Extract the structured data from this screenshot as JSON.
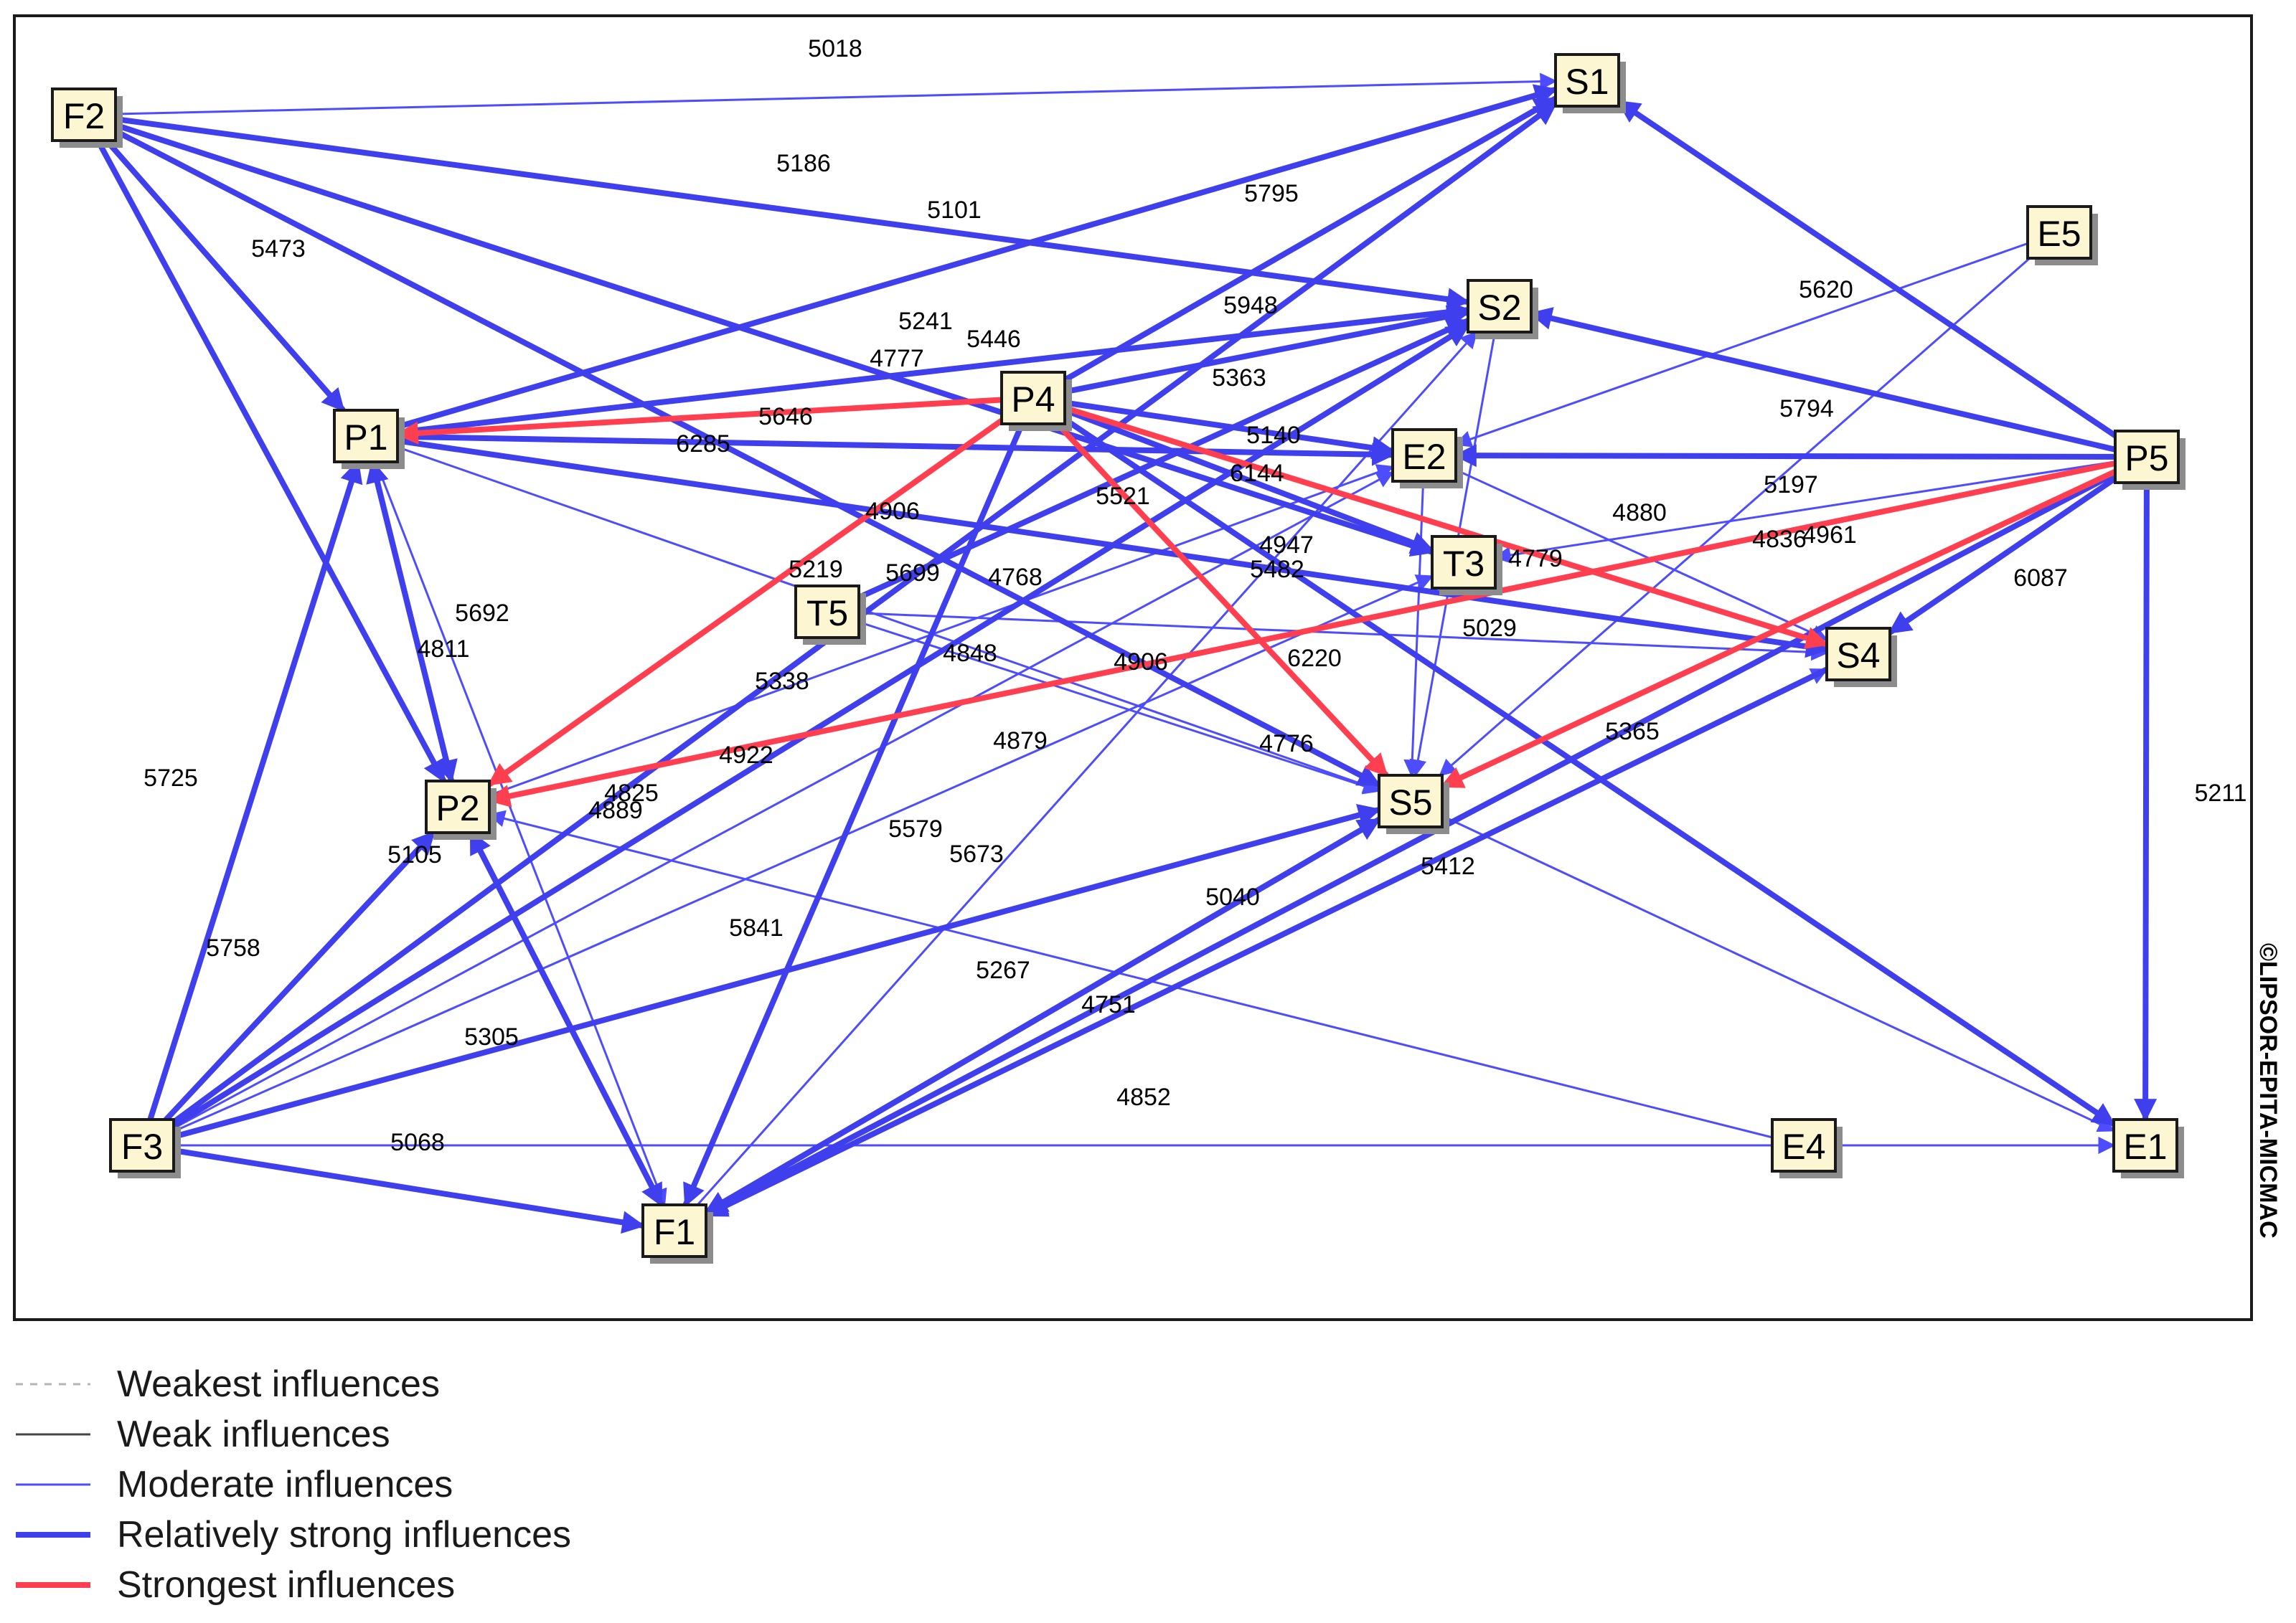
{
  "colors": {
    "moderate": "#4d4dff",
    "strong": "#3f3fee",
    "strongest": "#ff3f4f",
    "weak": "#444444",
    "weakest": "#b5b5b5",
    "node_fill": "#fdf6d3"
  },
  "nodes": [
    {
      "id": "F2",
      "label": "F2"
    },
    {
      "id": "S1",
      "label": "S1"
    },
    {
      "id": "E5",
      "label": "E5"
    },
    {
      "id": "S2",
      "label": "S2"
    },
    {
      "id": "P1",
      "label": "P1"
    },
    {
      "id": "P4",
      "label": "P4"
    },
    {
      "id": "E2",
      "label": "E2"
    },
    {
      "id": "P5",
      "label": "P5"
    },
    {
      "id": "T3",
      "label": "T3"
    },
    {
      "id": "T5",
      "label": "T5"
    },
    {
      "id": "S4",
      "label": "S4"
    },
    {
      "id": "P2",
      "label": "P2"
    },
    {
      "id": "S5",
      "label": "S5"
    },
    {
      "id": "F3",
      "label": "F3"
    },
    {
      "id": "E4",
      "label": "E4"
    },
    {
      "id": "E1",
      "label": "E1"
    },
    {
      "id": "F1",
      "label": "F1"
    }
  ],
  "edges": [
    {
      "from": "F2",
      "to": "S1",
      "strength": "moderate"
    },
    {
      "from": "F2",
      "to": "S2",
      "strength": "strong"
    },
    {
      "from": "F2",
      "to": "P1",
      "strength": "strong"
    },
    {
      "from": "F2",
      "to": "P2",
      "strength": "strong"
    },
    {
      "from": "F2",
      "to": "S5",
      "strength": "strong"
    },
    {
      "from": "F2",
      "to": "T3",
      "strength": "strong"
    },
    {
      "from": "P1",
      "to": "S1",
      "strength": "strong"
    },
    {
      "from": "P1",
      "to": "S2",
      "strength": "strong"
    },
    {
      "from": "P1",
      "to": "E2",
      "strength": "strong"
    },
    {
      "from": "P1",
      "to": "S4",
      "strength": "strong"
    },
    {
      "from": "P1",
      "to": "S5",
      "strength": "moderate"
    },
    {
      "from": "P1",
      "to": "P2",
      "strength": "strong"
    },
    {
      "from": "P1",
      "to": "F1",
      "strength": "moderate"
    },
    {
      "from": "P4",
      "to": "P1",
      "strength": "strongest"
    },
    {
      "from": "P4",
      "to": "P2",
      "strength": "strongest"
    },
    {
      "from": "P4",
      "to": "S5",
      "strength": "strongest"
    },
    {
      "from": "P4",
      "to": "S4",
      "strength": "strongest"
    },
    {
      "from": "P4",
      "to": "S1",
      "strength": "strong"
    },
    {
      "from": "P4",
      "to": "S2",
      "strength": "strong"
    },
    {
      "from": "P4",
      "to": "E2",
      "strength": "strong"
    },
    {
      "from": "P4",
      "to": "T3",
      "strength": "strong"
    },
    {
      "from": "P4",
      "to": "E1",
      "strength": "strong"
    },
    {
      "from": "P4",
      "to": "F1",
      "strength": "strong"
    },
    {
      "from": "P5",
      "to": "P2",
      "strength": "strongest"
    },
    {
      "from": "P5",
      "to": "S5",
      "strength": "strongest"
    },
    {
      "from": "P5",
      "to": "S1",
      "strength": "strong"
    },
    {
      "from": "P5",
      "to": "S2",
      "strength": "strong"
    },
    {
      "from": "P5",
      "to": "E2",
      "strength": "strong"
    },
    {
      "from": "P5",
      "to": "S4",
      "strength": "strong"
    },
    {
      "from": "P5",
      "to": "E1",
      "strength": "strong"
    },
    {
      "from": "P5",
      "to": "F1",
      "strength": "strong"
    },
    {
      "from": "P5",
      "to": "T3",
      "strength": "moderate"
    },
    {
      "from": "E5",
      "to": "E2",
      "strength": "moderate"
    },
    {
      "from": "E5",
      "to": "S5",
      "strength": "moderate"
    },
    {
      "from": "S2",
      "to": "S5",
      "strength": "moderate"
    },
    {
      "from": "E2",
      "to": "S5",
      "strength": "moderate"
    },
    {
      "from": "E2",
      "to": "S4",
      "strength": "moderate"
    },
    {
      "from": "T5",
      "to": "S2",
      "strength": "strong"
    },
    {
      "from": "T5",
      "to": "S5",
      "strength": "moderate"
    },
    {
      "from": "T5",
      "to": "S4",
      "strength": "moderate"
    },
    {
      "from": "F3",
      "to": "P1",
      "strength": "strong"
    },
    {
      "from": "F3",
      "to": "P2",
      "strength": "strong"
    },
    {
      "from": "F3",
      "to": "S5",
      "strength": "strong"
    },
    {
      "from": "F3",
      "to": "S1",
      "strength": "strong"
    },
    {
      "from": "F3",
      "to": "S2",
      "strength": "strong"
    },
    {
      "from": "F3",
      "to": "E2",
      "strength": "moderate"
    },
    {
      "from": "F3",
      "to": "T3",
      "strength": "moderate"
    },
    {
      "from": "F3",
      "to": "F1",
      "strength": "strong"
    },
    {
      "from": "F3",
      "to": "E1",
      "strength": "moderate"
    },
    {
      "from": "P2",
      "to": "P1",
      "strength": "strong"
    },
    {
      "from": "P2",
      "to": "F1",
      "strength": "strong"
    },
    {
      "from": "P2",
      "to": "E2",
      "strength": "moderate"
    },
    {
      "from": "F1",
      "to": "P2",
      "strength": "strong"
    },
    {
      "from": "F1",
      "to": "S5",
      "strength": "strong"
    },
    {
      "from": "F1",
      "to": "S4",
      "strength": "moderate"
    },
    {
      "from": "F1",
      "to": "S2",
      "strength": "moderate"
    },
    {
      "from": "S4",
      "to": "F1",
      "strength": "strong"
    },
    {
      "from": "S5",
      "to": "F1",
      "strength": "strong"
    },
    {
      "from": "S5",
      "to": "E1",
      "strength": "moderate"
    },
    {
      "from": "E4",
      "to": "E1",
      "strength": "moderate"
    },
    {
      "from": "E4",
      "to": "P2",
      "strength": "moderate"
    }
  ],
  "edge_labels": [
    "5018",
    "5186",
    "5101",
    "5795",
    "5473",
    "5241",
    "5446",
    "4777",
    "5948",
    "5620",
    "5363",
    "5646",
    "6285",
    "5140",
    "6144",
    "5794",
    "5521",
    "4906",
    "5197",
    "4880",
    "4836",
    "4961",
    "5219",
    "5699",
    "4768",
    "4947",
    "5482",
    "4779",
    "6087",
    "5692",
    "4811",
    "5029",
    "4848",
    "4906",
    "6220",
    "5338",
    "4922",
    "4879",
    "4776",
    "5365",
    "4825",
    "4889",
    "5725",
    "5105",
    "5579",
    "5673",
    "5211",
    "5412",
    "5040",
    "5841",
    "5758",
    "5267",
    "4751",
    "5305",
    "4852",
    "5068"
  ],
  "copyright": "©LIPSOR-EPITA-MICMAC",
  "legend": [
    {
      "label": "Weakest influences",
      "style": "weakest"
    },
    {
      "label": "Weak influences",
      "style": "weak"
    },
    {
      "label": "Moderate influences",
      "style": "moderate"
    },
    {
      "label": "Relatively strong influences",
      "style": "strong"
    },
    {
      "label": "Strongest influences",
      "style": "strongest"
    }
  ]
}
